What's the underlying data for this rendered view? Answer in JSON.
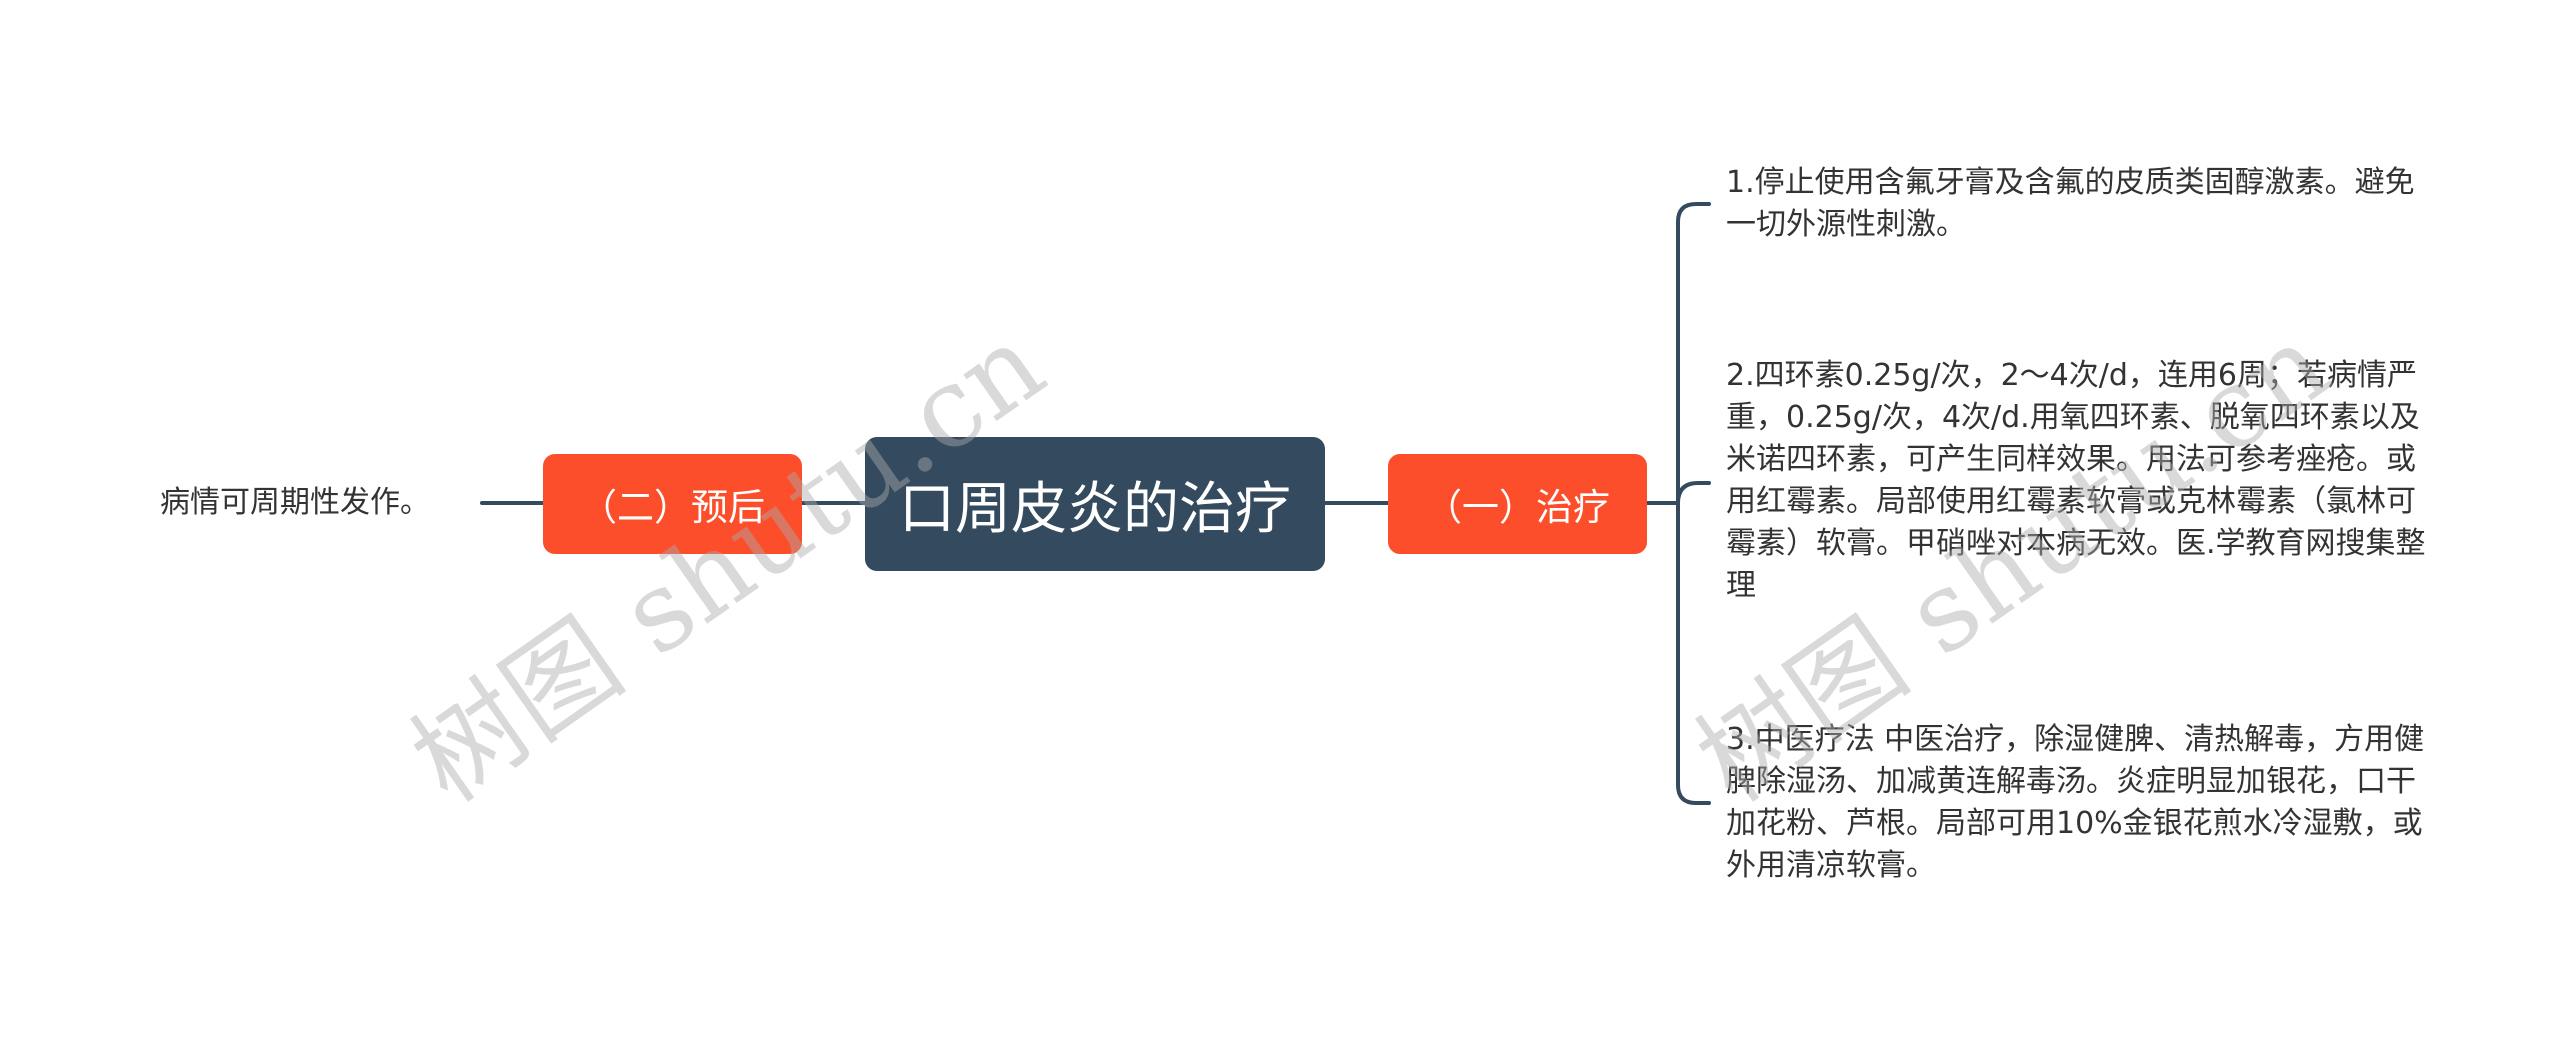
{
  "mindmap": {
    "root": {
      "label": "口周皮炎的治疗"
    },
    "branches": {
      "left": {
        "label": "（二）预后",
        "children": [
          {
            "text": "病情可周期性发作。"
          }
        ]
      },
      "right": {
        "label": "（一）治疗",
        "children": [
          {
            "text": "1.停止使用含氟牙膏及含氟的皮质类固醇激素。避免一切外源性刺激。"
          },
          {
            "text": "2.四环素0.25g/次，2～4次/d，连用6周；若病情严重，0.25g/次，4次/d.用氧四环素、脱氧四环素以及米诺四环素，可产生同样效果。用法可参考痤疮。或用红霉素。局部使用红霉素软膏或克林霉素（氯林可霉素）软膏。甲硝唑对本病无效。医.学教育网搜集整理"
          },
          {
            "text": "3.中医疗法 中医治疗，除湿健脾、清热解毒，方用健脾除湿汤、加减黄连解毒汤。炎症明显加银花，口干加花粉、芦根。局部可用10%金银花煎水冷湿敷，或外用清凉软膏。"
          }
        ]
      }
    }
  },
  "watermark": {
    "text": "树图 shutu.cn"
  },
  "colors": {
    "root_fill": "#344a5e",
    "branch_fill": "#fc4e2a",
    "connector": "#344a5e",
    "leaf_text": "#333333",
    "background": "#ffffff"
  }
}
